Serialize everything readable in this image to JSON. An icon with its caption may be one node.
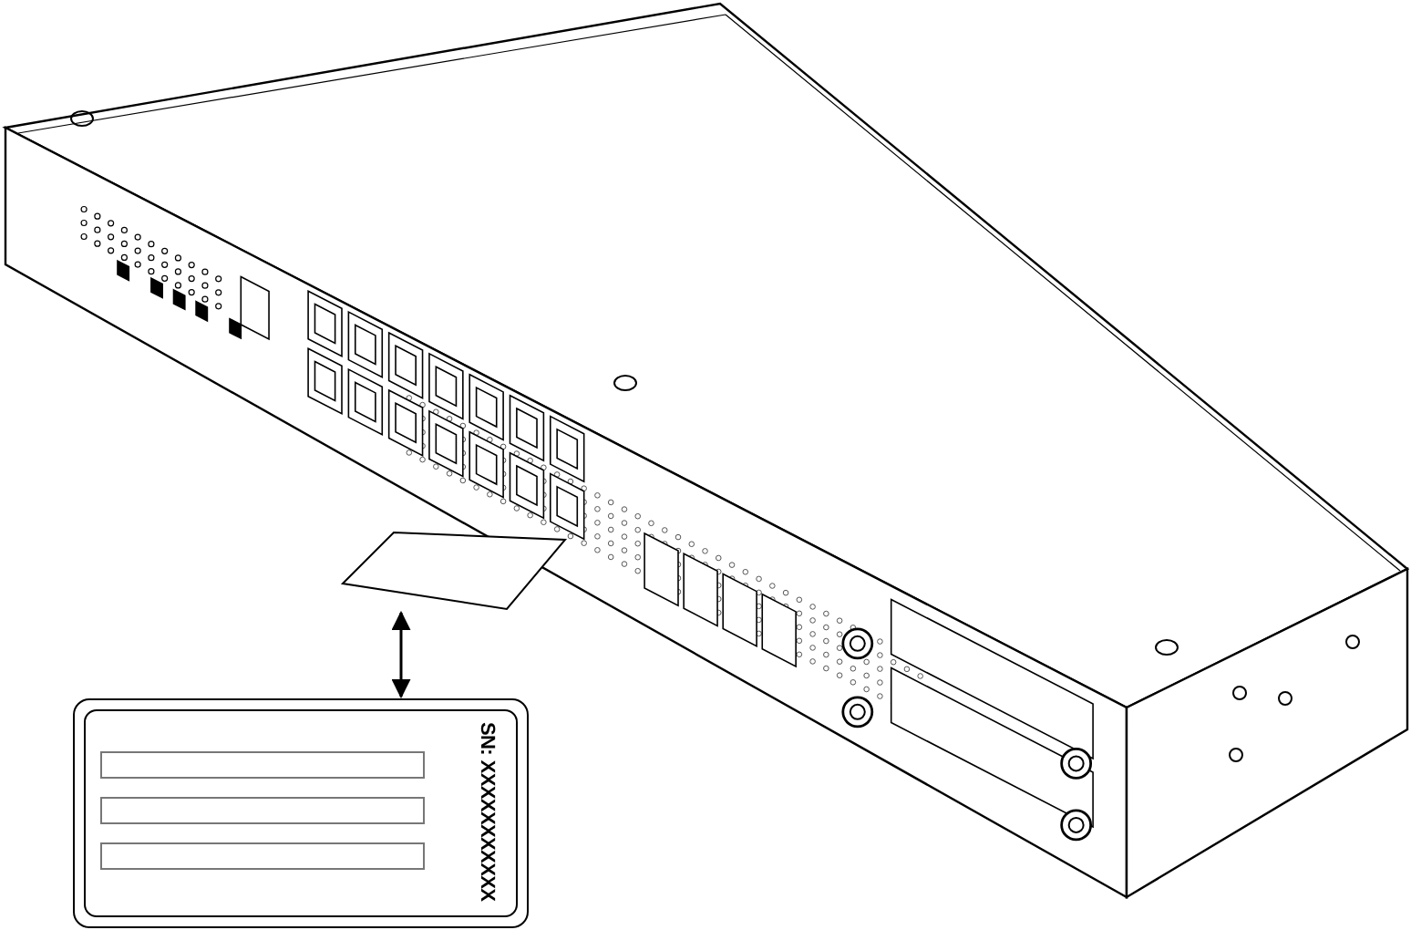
{
  "diagram": {
    "nodes": [
      {
        "text": [],
        "shape": "picture"
      },
      {
        "text": [],
        "shape": "box"
      },
      {
        "text": [
          "SN: XXXXXXXXXXX"
        ]
      }
    ],
    "edges": [
      {
        "from": 1,
        "to": 2,
        "arrow": "both"
      }
    ]
  }
}
